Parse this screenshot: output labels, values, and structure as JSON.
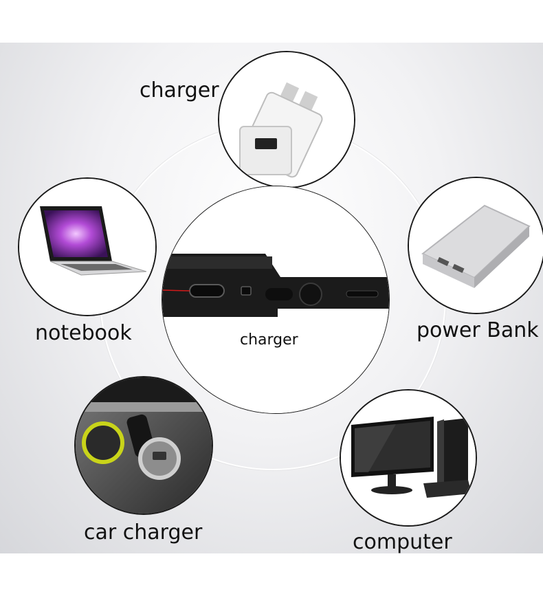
{
  "labels": {
    "top": "charger",
    "left": "notebook",
    "right": "power Bank",
    "bottom_left": "car charger",
    "bottom_right": "computer",
    "center": "charger"
  },
  "colors": {
    "ring": "#1a1a1a",
    "device_body": "#1b1b1b",
    "accent_red": "#d21a1a",
    "car_ring": "#c9d41a"
  }
}
